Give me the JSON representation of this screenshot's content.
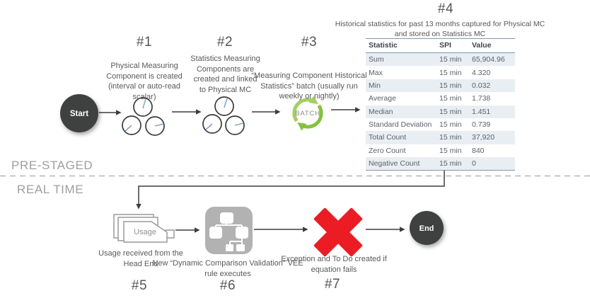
{
  "colors": {
    "node_dark": "#3f4040",
    "arrow": "#3d3d3d",
    "accent_green": "#8dc63f",
    "accent_green_light": "#a3d060",
    "error_red": "#ec1c24",
    "icon_gray": "#b2b2b2",
    "gauge_needle": "#86a7c5",
    "table_stripe": "#e9eef3",
    "table_border": "#8399a9",
    "text_gray": "#595959",
    "section_label_gray": "#9e9e9e"
  },
  "sections": {
    "pre_staged": "PRE-STAGED",
    "real_time": "REAL TIME"
  },
  "nodes": {
    "start": "Start",
    "end": "End",
    "batch": "BATCH",
    "usage": "Usage"
  },
  "steps": {
    "s1": {
      "id": "#1",
      "desc": "Physical Measuring Component is created (interval or auto-read scalar)"
    },
    "s2": {
      "id": "#2",
      "desc": "Statistics Measuring Components are created and linked to Physical MC"
    },
    "s3": {
      "id": "#3",
      "desc": "“Measuring Component Historical Statistics” batch (usually run weekly or nightly)"
    },
    "s4": {
      "id": "#4",
      "desc": "Historical statistics for past 13 months captured for Physical MC and stored on Statistics MC"
    },
    "s5": {
      "id": "#5",
      "desc": "Usage received from the Head End"
    },
    "s6": {
      "id": "#6",
      "desc": "New “Dynamic Comparison Validation” VEE rule executes"
    },
    "s7": {
      "id": "#7",
      "desc": "Exception and To Do created if equation fails"
    }
  },
  "table": {
    "headers": [
      "Statistic",
      "SPI",
      "Value"
    ],
    "rows": [
      [
        "Sum",
        "15 min",
        "65,904.96"
      ],
      [
        "Max",
        "15 min",
        "4.320"
      ],
      [
        "Min",
        "15 min",
        "0.032"
      ],
      [
        "Average",
        "15 min",
        "1.738"
      ],
      [
        "Median",
        "15 min",
        "1.451"
      ],
      [
        "Standard Deviation",
        "15 min",
        "0.739"
      ],
      [
        "Total Count",
        "15 min",
        "37,920"
      ],
      [
        "Zero Count",
        "15 min",
        "840"
      ],
      [
        "Negative Count",
        "15 min",
        "0"
      ]
    ]
  }
}
